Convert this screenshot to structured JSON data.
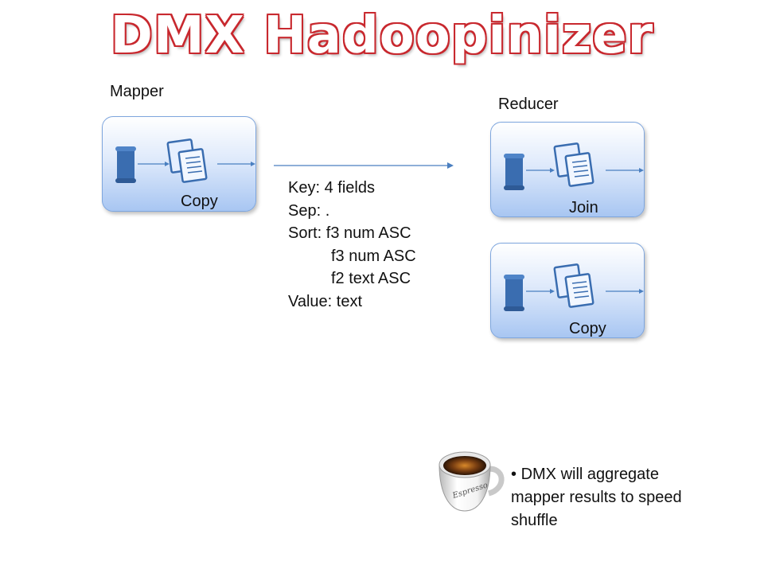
{
  "title": "DMX Hadoopinizer",
  "mapper": {
    "heading": "Mapper",
    "box_label": "Copy"
  },
  "reducer": {
    "heading": "Reducer",
    "box_labels": [
      "Join",
      "Copy"
    ]
  },
  "spec_lines": [
    "Key: 4 fields",
    "Sep: .",
    "Sort: f3 num ASC",
    "f3 num ASC",
    "f2 text ASC",
    "Value: text"
  ],
  "note": {
    "bullet": "•",
    "text_lines": [
      "DMX will aggregate",
      "mapper results to speed",
      "shuffle"
    ]
  },
  "cup_text": "Espresso",
  "colors": {
    "title_outline": "#c8282e",
    "box_border": "#7ea6de",
    "arrow": "#4a7fc0",
    "scroll": "#3a6db0"
  }
}
